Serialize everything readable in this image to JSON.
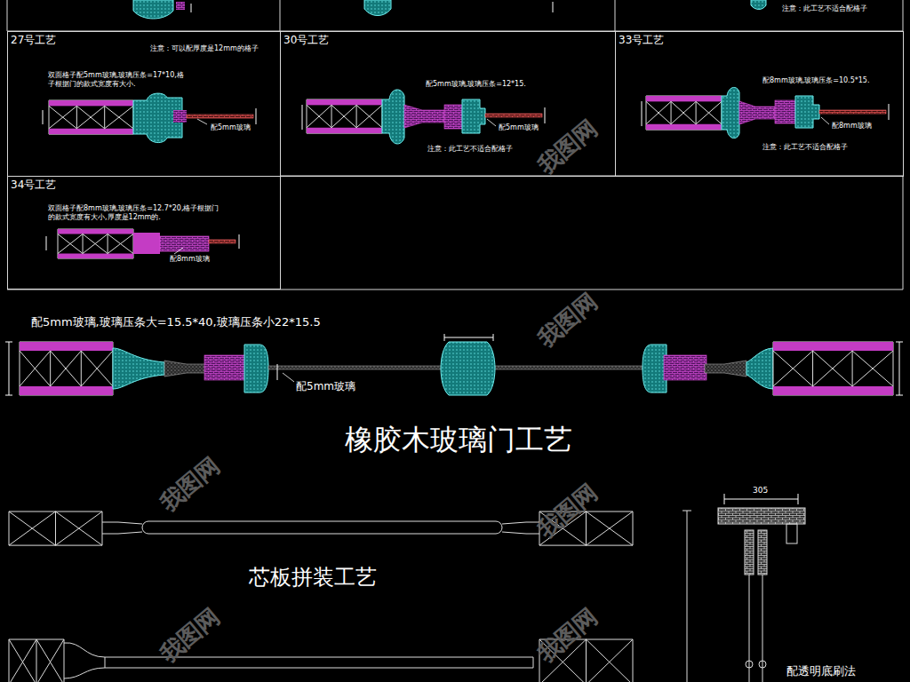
{
  "diagram": {
    "nodes": [
      {
        "text": [
          "27号工艺",
          "注意：可以配厚度是12mm的格子",
          "双面格子配5mm玻璃,玻璃压条=17*10,格子根据门的款式宽度有大小.",
          "配5mm玻璃"
        ]
      },
      {
        "text": [
          "30号工艺",
          "配5mm玻璃,玻璃压条=12*15.",
          "配5mm玻璃",
          "注意：此工艺不适合配格子"
        ]
      },
      {
        "text": [
          "33号工艺",
          "配8mm玻璃,玻璃压条=10.5*15.",
          "配8mm玻璃",
          "注意：此工艺不适合配格子"
        ]
      },
      {
        "text": [
          "34号工艺",
          "双面格子配8mm玻璃,玻璃压条=12.7*20,格子根据门的款式宽度有大小,厚度是12mm的.",
          "配8mm玻璃"
        ]
      }
    ],
    "labels": [
      "注意：此工艺不适合配格子",
      "配5mm玻璃,玻璃压条大=15.5*40,玻璃压条小22*15.5",
      "配5mm玻璃",
      "橡胶木玻璃门工艺",
      "芯板拼装工艺",
      "305",
      "配透明底刷法",
      "我图网",
      "我图网",
      "我图网",
      "我图网",
      "我图网",
      "我图网"
    ]
  }
}
